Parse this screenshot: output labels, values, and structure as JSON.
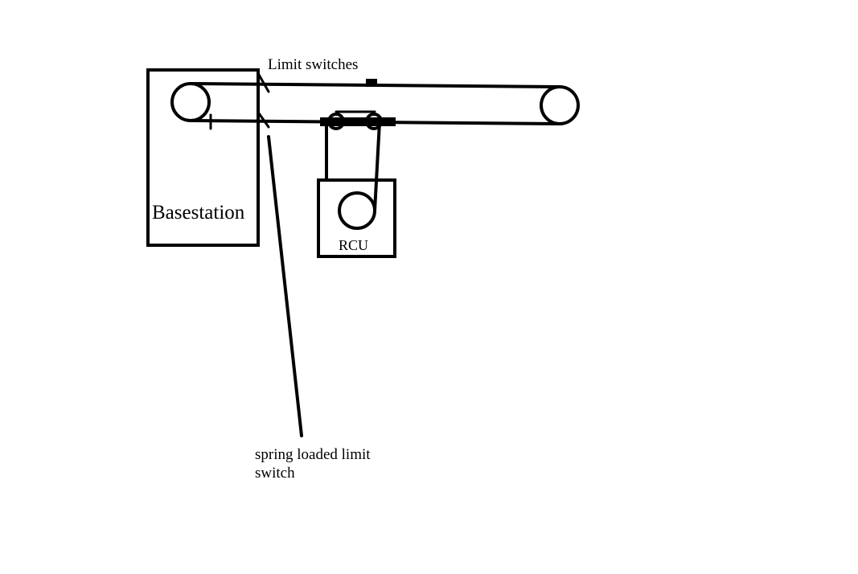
{
  "labels": {
    "limit_switches": "Limit switches",
    "basestation": "Basestation",
    "rcu": "RCU",
    "spring_switch_line1": "spring loaded limit",
    "spring_switch_line2": "switch"
  },
  "colors": {
    "stroke": "#000000",
    "background": "#ffffff"
  }
}
